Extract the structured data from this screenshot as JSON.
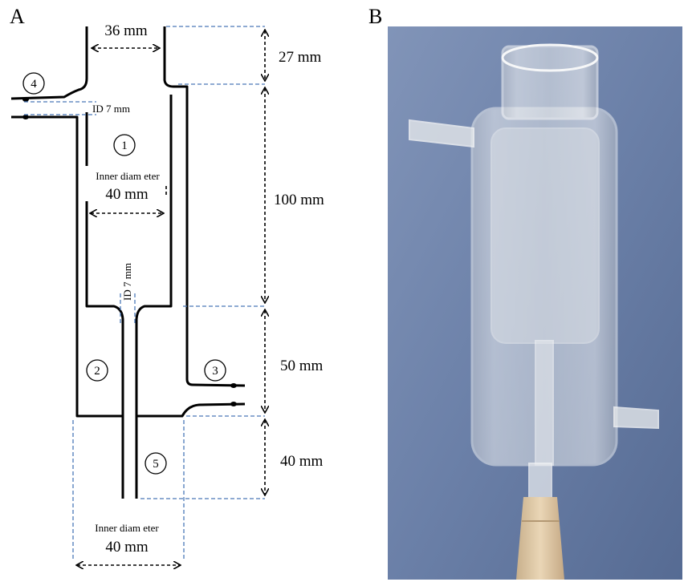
{
  "panels": {
    "a": "A",
    "b": "B"
  },
  "dimensions": {
    "top_width": "36 mm",
    "top_height": "27 mm",
    "upper_height": "100 mm",
    "middle_height": "50 mm",
    "bottom_height": "40 mm",
    "upper_inner_label": "Inner diam eter",
    "upper_inner_value": "40 mm",
    "bottom_inner_label": "Inner diam eter",
    "bottom_inner_value": "40 mm",
    "side_port_id": "ID 7 mm",
    "stem_id": "ID 7 mm"
  },
  "ports": [
    "1",
    "2",
    "3",
    "4",
    "5"
  ],
  "colors": {
    "line": "#000000",
    "guide": "#4a78b8",
    "photo_bg": "#6b80a8"
  }
}
